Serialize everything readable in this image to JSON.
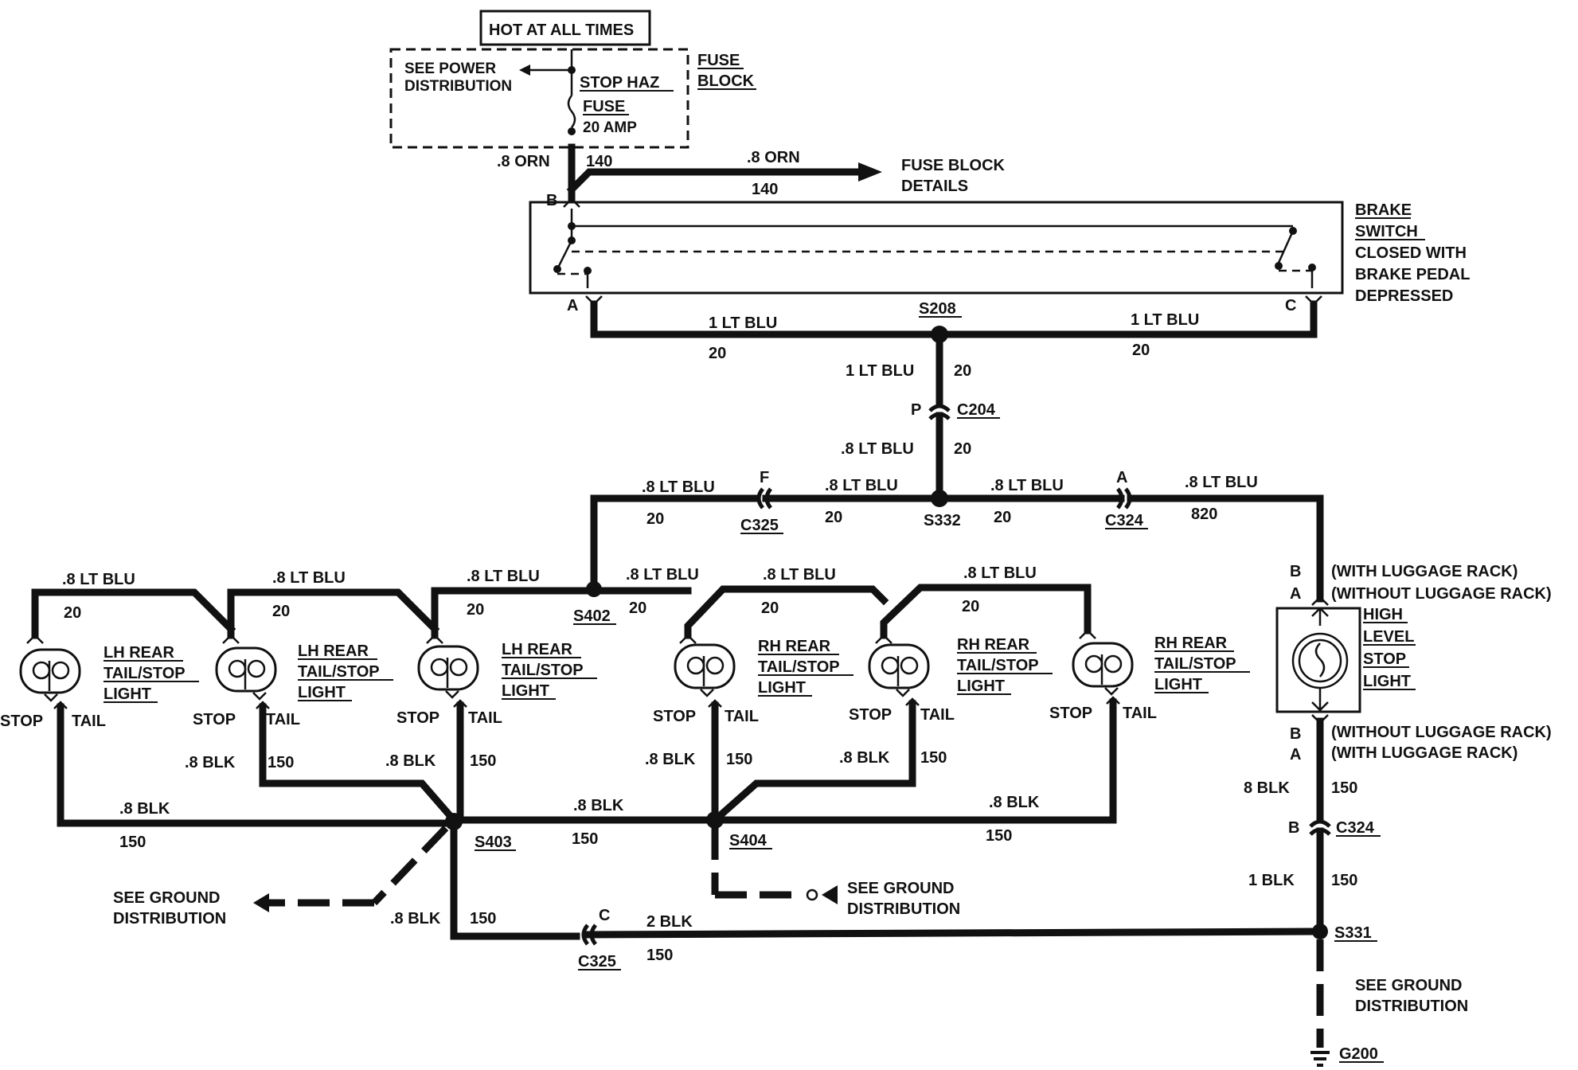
{
  "hot_label": "HOT AT ALL TIMES",
  "fuse_block": {
    "see_power_1": "SEE POWER",
    "see_power_2": "DISTRIBUTION",
    "fuse_name_1": "STOP HAZ",
    "fuse_name_2": "FUSE",
    "fuse_rating": "20 AMP",
    "label_1": "FUSE",
    "label_2": "BLOCK"
  },
  "feed": {
    "wire": ".8 ORN",
    "circuit": "140",
    "branch_wire": ".8 ORN",
    "branch_circuit": "140",
    "dest_1": "FUSE BLOCK",
    "dest_2": "DETAILS"
  },
  "brake_switch": {
    "pin_b": "B",
    "pin_a": "A",
    "pin_c": "C",
    "label_1": "BRAKE",
    "label_2": "SWITCH",
    "label_3": "CLOSED WITH",
    "label_4": "BRAKE PEDAL",
    "label_5": "DEPRESSED",
    "left_wire": "1 LT BLU",
    "left_circuit": "20",
    "right_wire": "1 LT BLU",
    "right_circuit": "20",
    "splice": "S208"
  },
  "trunk": {
    "upper_wire": "1 LT BLU",
    "upper_circuit": "20",
    "connector_pin": "P",
    "connector": "C204",
    "lower_wire": ".8 LT BLU",
    "lower_circuit": "20"
  },
  "distribution": {
    "splice": "S332",
    "left_far_wire": ".8 LT BLU",
    "left_far_circuit": "20",
    "left_conn_pin": "F",
    "left_conn": "C325",
    "left_near_wire": ".8 LT BLU",
    "left_near_circuit": "20",
    "right_near_wire": ".8 LT BLU",
    "right_near_circuit": "20",
    "right_conn_pin": "A",
    "right_conn": "C324",
    "right_far_wire": ".8 LT BLU",
    "right_far_circuit": "820"
  },
  "lamp_bus": {
    "splice": "S402",
    "segments": [
      {
        "wire": ".8 LT BLU",
        "circuit": "20"
      },
      {
        "wire": ".8 LT BLU",
        "circuit": "20"
      },
      {
        "wire": ".8 LT BLU",
        "circuit": "20"
      },
      {
        "wire": ".8 LT BLU",
        "circuit": "20"
      },
      {
        "wire": ".8 LT BLU",
        "circuit": "20"
      },
      {
        "wire": ".8 LT BLU",
        "circuit": "20"
      }
    ]
  },
  "lamps": [
    {
      "l1": "LH REAR",
      "l2": "TAIL/STOP",
      "l3": "LIGHT",
      "stop": "STOP",
      "tail": "TAIL"
    },
    {
      "l1": "LH REAR",
      "l2": "TAIL/STOP",
      "l3": "LIGHT",
      "stop": "STOP",
      "tail": "TAIL"
    },
    {
      "l1": "LH REAR",
      "l2": "TAIL/STOP",
      "l3": "LIGHT",
      "stop": "STOP",
      "tail": "TAIL"
    },
    {
      "l1": "RH REAR",
      "l2": "TAIL/STOP",
      "l3": "LIGHT",
      "stop": "STOP",
      "tail": "TAIL"
    },
    {
      "l1": "RH REAR",
      "l2": "TAIL/STOP",
      "l3": "LIGHT",
      "stop": "STOP",
      "tail": "TAIL"
    },
    {
      "l1": "RH REAR",
      "l2": "TAIL/STOP",
      "l3": "LIGHT",
      "stop": "STOP",
      "tail": "TAIL"
    }
  ],
  "ground_left": {
    "lamp2_wire": ".8 BLK",
    "lamp2_circuit": "150",
    "lamp3_wire": ".8 BLK",
    "lamp3_circuit": "150",
    "lamp1_wire": ".8 BLK",
    "lamp1_circuit": "150",
    "splice": "S403",
    "see_1": "SEE GROUND",
    "see_2": "DISTRIBUTION",
    "down_wire": ".8 BLK",
    "down_circuit": "150"
  },
  "ground_right": {
    "lamp4_wire": ".8 BLK",
    "lamp4_circuit": "150",
    "lamp5_wire": ".8 BLK",
    "lamp5_circuit": "150",
    "link_wire": ".8 BLK",
    "link_circuit": "150",
    "lamp6_wire": ".8 BLK",
    "lamp6_circuit": "150",
    "splice": "S404",
    "see_1": "SEE GROUND",
    "see_2": "DISTRIBUTION"
  },
  "high_level": {
    "top_b": "B",
    "top_b_note": "(WITH LUGGAGE RACK)",
    "top_a": "A",
    "top_a_note": "(WITHOUT LUGGAGE RACK)",
    "l1": "HIGH",
    "l2": "LEVEL",
    "l3": "STOP",
    "l4": "LIGHT",
    "bot_b": "B",
    "bot_b_note": "(WITHOUT LUGGAGE RACK)",
    "bot_a": "A",
    "bot_a_note": "(WITH LUGGAGE RACK)",
    "wire": "8 BLK",
    "circuit": "150",
    "conn_pin": "B",
    "conn": "C324",
    "wire2": "1 BLK",
    "circuit2": "150",
    "splice": "S331",
    "see_1": "SEE GROUND",
    "see_2": "DISTRIBUTION",
    "ground": "G200"
  },
  "bottom_return": {
    "conn_pin": "C",
    "conn": "C325",
    "wire": "2 BLK",
    "circuit": "150"
  }
}
